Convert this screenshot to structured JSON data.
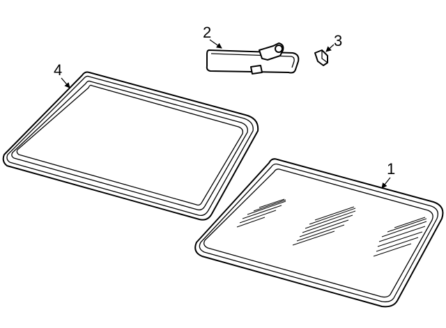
{
  "parts": [
    {
      "id": "windshield",
      "callout": "1"
    },
    {
      "id": "rearview-mirror",
      "callout": "2"
    },
    {
      "id": "mirror-bracket",
      "callout": "3"
    },
    {
      "id": "back-glass",
      "callout": "4"
    }
  ],
  "colors": {
    "line": "#000000",
    "background": "#ffffff"
  }
}
